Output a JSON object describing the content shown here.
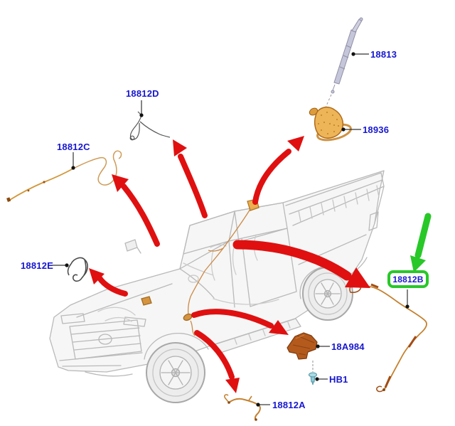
{
  "figure": {
    "background": "#ffffff"
  },
  "colors": {
    "label_text_blue": "#1717d0",
    "arrow_red": "#e01010",
    "highlight_green": "#28c828",
    "leader_line": "#333333",
    "wire_orange": "#c5812f",
    "wire_dark_orange": "#a34d14",
    "module_orange": "#b45a1d",
    "antenna_base_tan": "#edb557",
    "screw_teal": "#a8dbe4",
    "truck_ghost_gray": "#b9b9b9"
  },
  "parts": {
    "18813": {
      "label": "18813"
    },
    "18936": {
      "label": "18936"
    },
    "18812D": {
      "label": "18812D"
    },
    "18812C": {
      "label": "18812C"
    },
    "18812E": {
      "label": "18812E"
    },
    "18812B": {
      "label": "18812B",
      "highlighted": true
    },
    "18A984": {
      "label": "18A984"
    },
    "HB1": {
      "label": "HB1"
    },
    "18812A": {
      "label": "18812A"
    }
  }
}
